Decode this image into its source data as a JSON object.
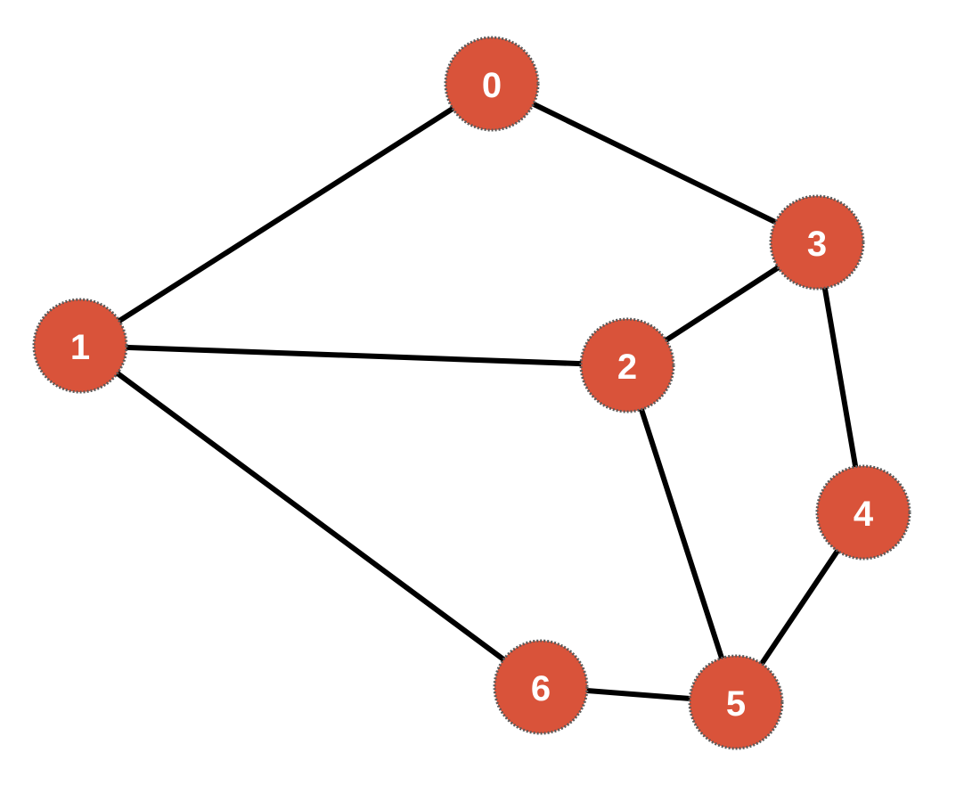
{
  "graph": {
    "directed": false,
    "node_color": "#d9533a",
    "edge_color": "#000000",
    "nodes": [
      {
        "id": "0",
        "label": "0"
      },
      {
        "id": "1",
        "label": "1"
      },
      {
        "id": "2",
        "label": "2"
      },
      {
        "id": "3",
        "label": "3"
      },
      {
        "id": "4",
        "label": "4"
      },
      {
        "id": "5",
        "label": "5"
      },
      {
        "id": "6",
        "label": "6"
      }
    ],
    "edges": [
      [
        "0",
        "1"
      ],
      [
        "0",
        "3"
      ],
      [
        "1",
        "2"
      ],
      [
        "1",
        "6"
      ],
      [
        "2",
        "3"
      ],
      [
        "2",
        "5"
      ],
      [
        "3",
        "4"
      ],
      [
        "4",
        "5"
      ],
      [
        "5",
        "6"
      ]
    ]
  }
}
